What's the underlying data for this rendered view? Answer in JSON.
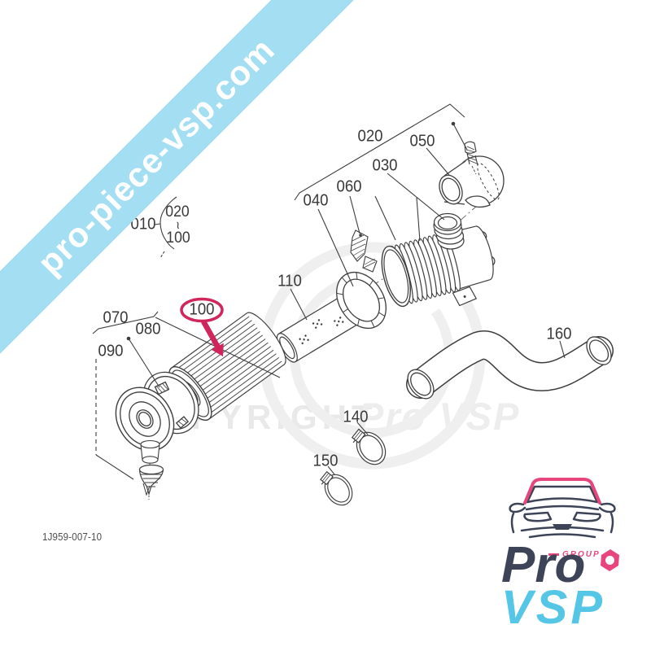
{
  "banner": {
    "text": "pro-piece-vsp.com"
  },
  "diagram": {
    "drawing_number": "1J959-007-10",
    "range_group": {
      "main": "010",
      "from": "020",
      "tilde": "~",
      "to": "100"
    },
    "callouts": {
      "c020": "020",
      "c030": "030",
      "c040": "040",
      "c050": "050",
      "c060": "060",
      "c070": "070",
      "c080": "080",
      "c090": "090",
      "c110": "110",
      "c140": "140",
      "c150": "150",
      "c160": "160"
    },
    "highlight": {
      "label": "100",
      "color": "#d0265c"
    },
    "watermark": {
      "copyright": "COPYRIGHT",
      "brand": "Pro VSP"
    }
  },
  "logo": {
    "group_label": "GROUP",
    "pro": "Pro",
    "vsp": "VSP",
    "colors": {
      "navy": "#3e4457",
      "pink": "#e8457d",
      "blue": "#56c6e6"
    }
  },
  "colors": {
    "banner_bg": "#a3def2",
    "line_art": "#3d3d3d",
    "watermark_gray": "#e9e9e9"
  }
}
